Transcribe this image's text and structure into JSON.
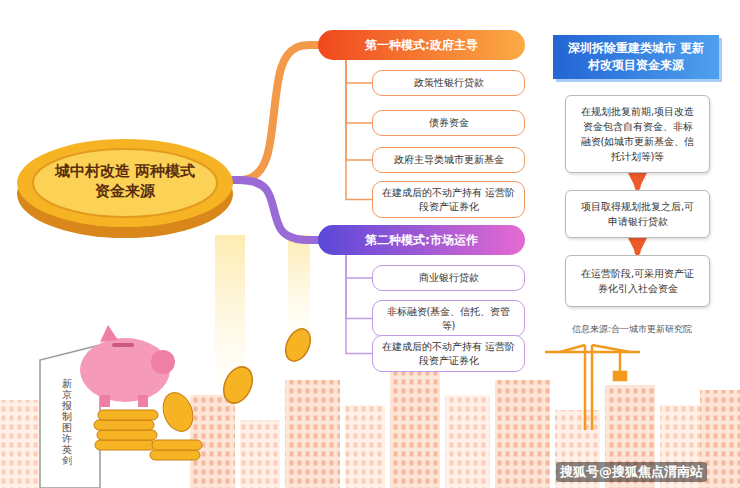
{
  "diagram": {
    "nodes": [
      {
        "text": [
          "城中村改造 两种模式资金来源"
        ]
      },
      {
        "text": [
          "第一种模式:政府主导"
        ]
      },
      {
        "text": [
          "政策性银行贷款"
        ]
      },
      {
        "text": [
          "债券资金"
        ]
      },
      {
        "text": [
          "政府主导类城市更新基金"
        ]
      },
      {
        "text": [
          "在建成后的不动产持有 运营阶段资产证券化"
        ]
      },
      {
        "text": [
          "第二种模式:市场运作"
        ]
      },
      {
        "text": [
          "商业银行贷款"
        ]
      },
      {
        "text": [
          "非标融资(基金、信托、资管等)"
        ]
      },
      {
        "text": [
          "在建成后的不动产持有 运营阶段资产证券化"
        ]
      },
      {
        "text": [
          "深圳拆除重建类城市 更新村改项目资金来源"
        ]
      },
      {
        "text": [
          "在规划批复前期,项目改造资金包含自有资金、非标融资(如城市更新基金、信托计划等)等"
        ]
      },
      {
        "text": [
          "项目取得规划批复之后,可申请银行贷款"
        ]
      },
      {
        "text": [
          "在运营阶段,可采用资产证券化引入社会资金"
        ]
      }
    ],
    "edges": [
      {
        "from": 0,
        "to": 1,
        "arrow": "none"
      },
      {
        "from": 0,
        "to": 6,
        "arrow": "none"
      },
      {
        "from": 1,
        "to": 2,
        "arrow": "none"
      },
      {
        "from": 1,
        "to": 3,
        "arrow": "none"
      },
      {
        "from": 1,
        "to": 4,
        "arrow": "none"
      },
      {
        "from": 1,
        "to": 5,
        "arrow": "none"
      },
      {
        "from": 6,
        "to": 7,
        "arrow": "none"
      },
      {
        "from": 6,
        "to": 8,
        "arrow": "none"
      },
      {
        "from": 6,
        "to": 9,
        "arrow": "none"
      },
      {
        "from": 11,
        "to": 12,
        "arrow": "to"
      },
      {
        "from": 12,
        "to": 13,
        "arrow": "to"
      }
    ],
    "labels": [
      "信息来源:合一城市更新研究院",
      "新京报制图 许英剑",
      "搜狐号@搜狐焦点渭南站"
    ]
  }
}
